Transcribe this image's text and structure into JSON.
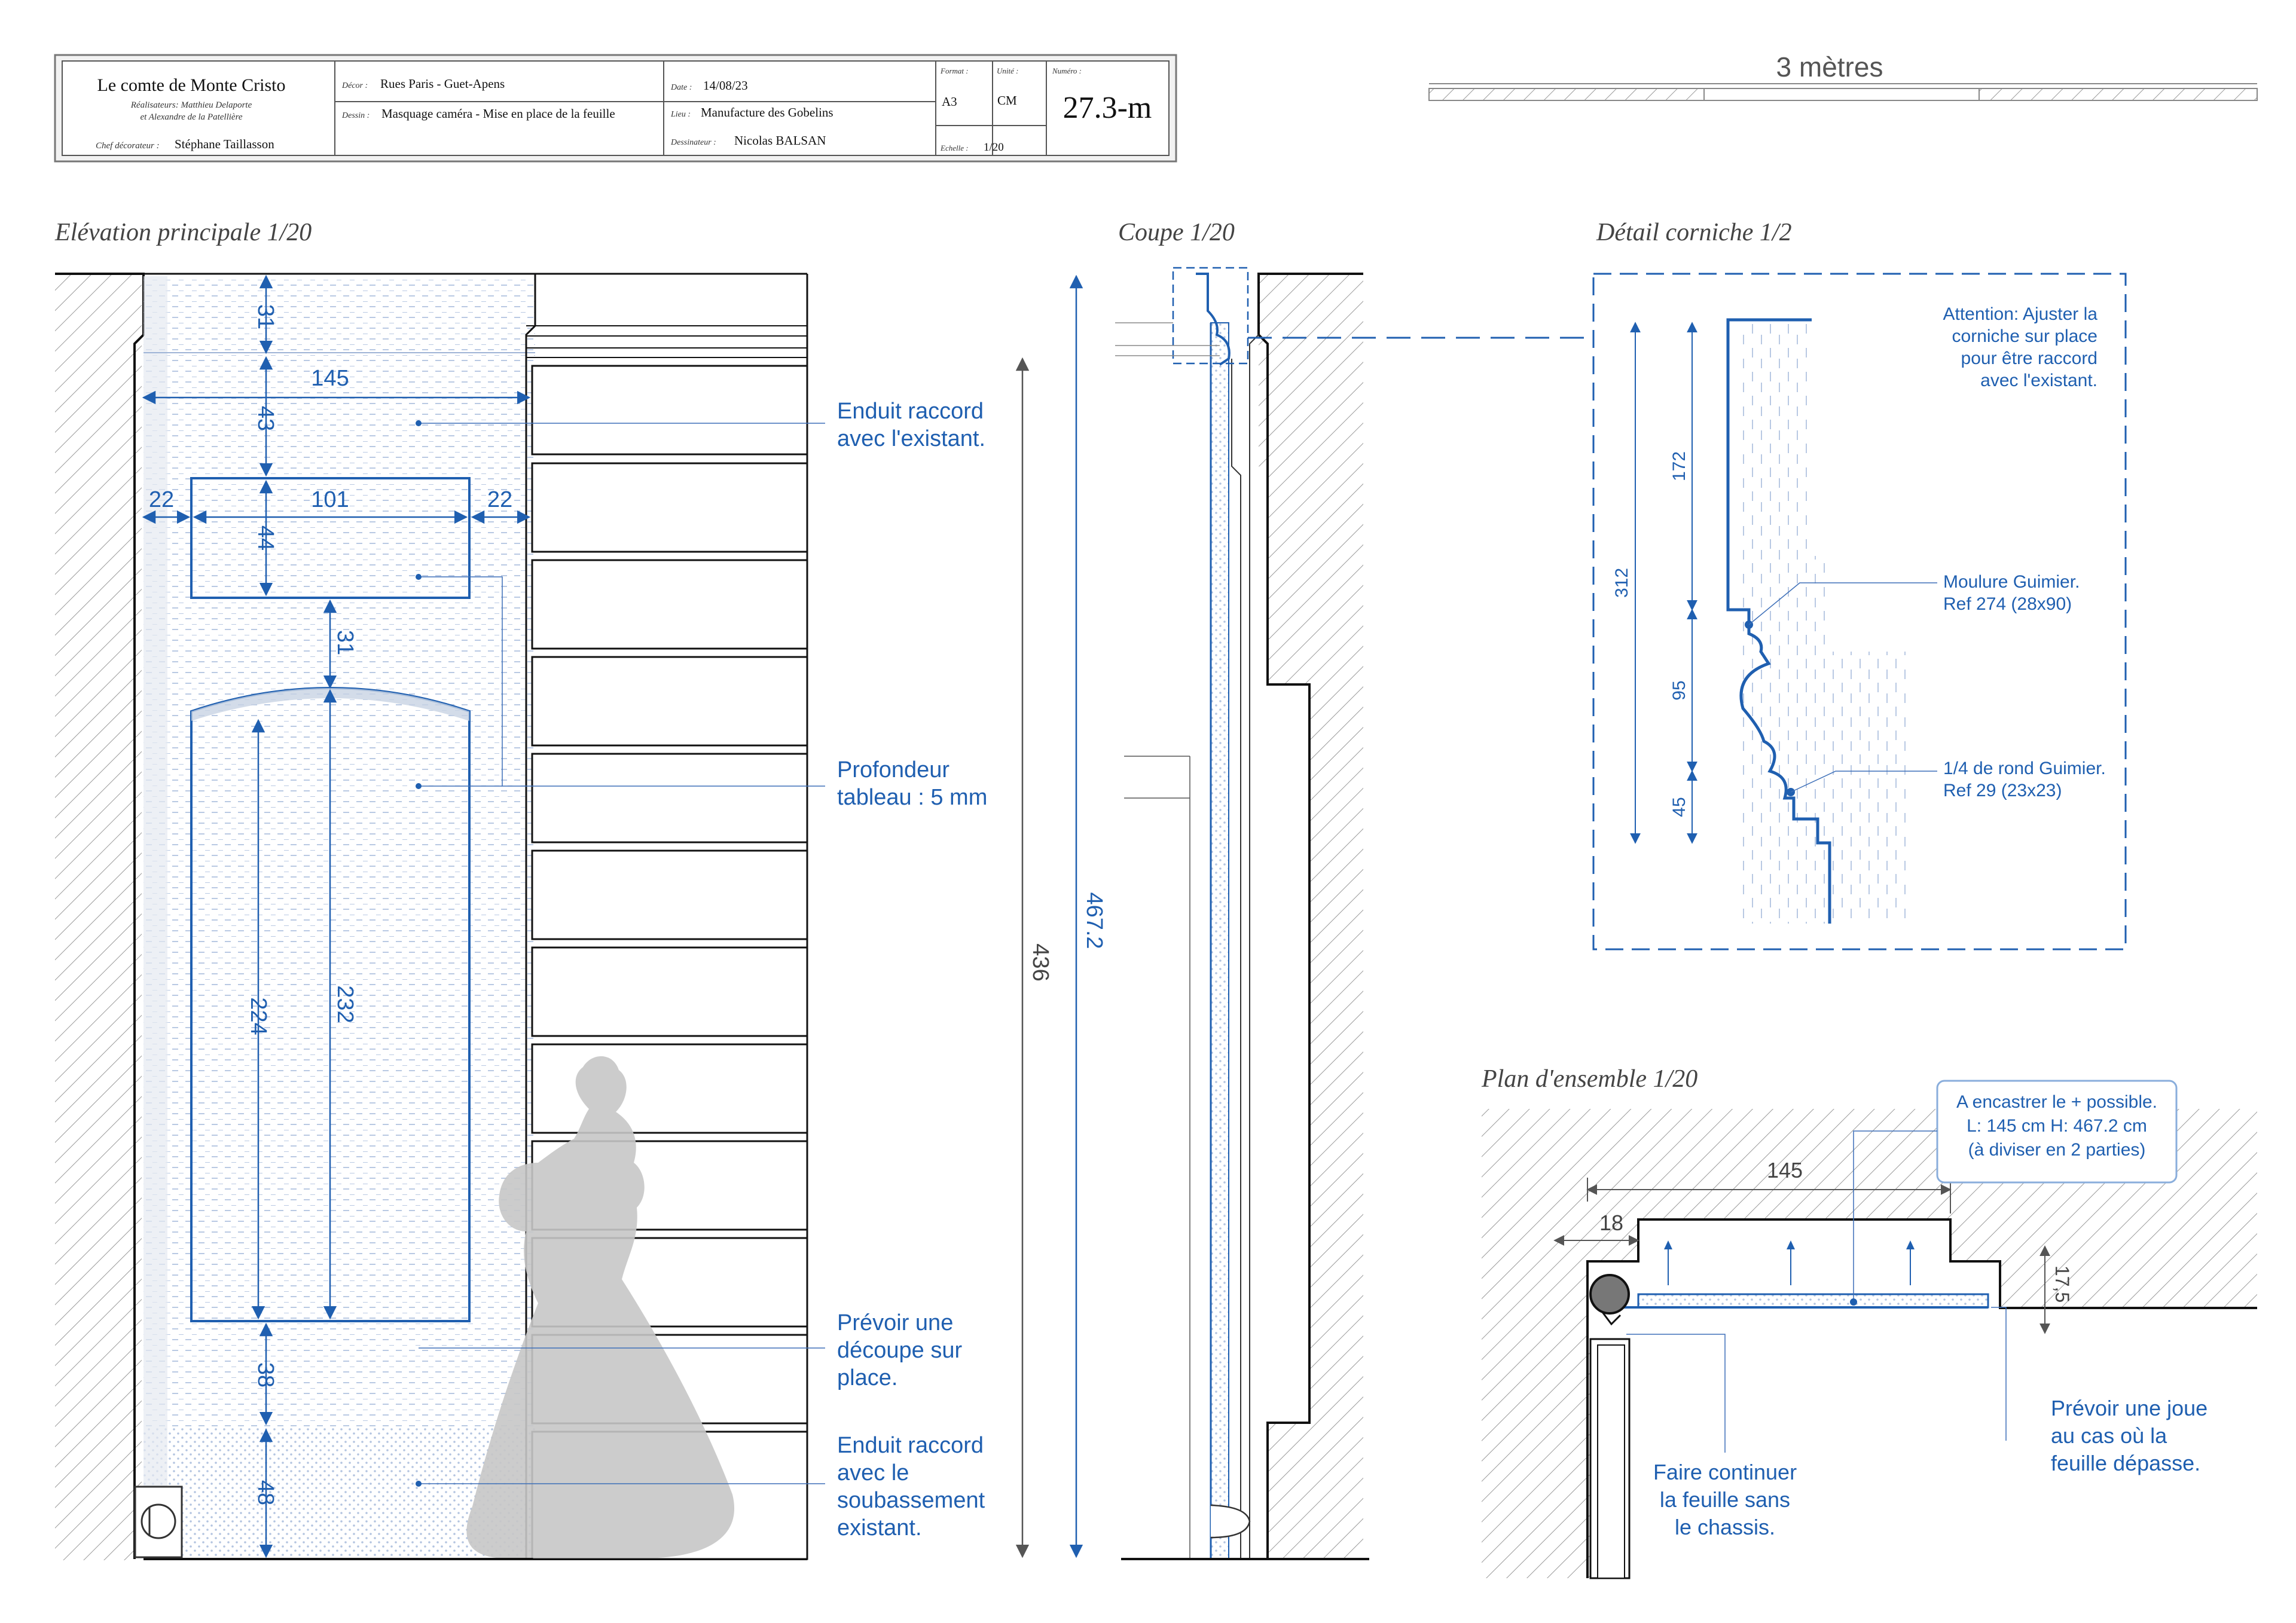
{
  "titleblock": {
    "project": "Le comte de Monte Cristo",
    "directors_line1": "Réalisateurs: Matthieu Delaporte",
    "directors_line2": "et Alexandre de la Patellière",
    "chief_label": "Chef décorateur :",
    "chief": "Stéphane Taillasson",
    "decor_label": "Décor :",
    "decor": "Rues Paris - Guet-Apens",
    "dessin_label": "Dessin :",
    "dessin": "Masquage caméra - Mise en place de la feuille",
    "date_label": "Date :",
    "date": "14/08/23",
    "lieu_label": "Lieu :",
    "lieu": "Manufacture des Gobelins",
    "dessinateur_label": "Dessinateur :",
    "dessinateur": "Nicolas BALSAN",
    "format_label": "Format :",
    "format": "A3",
    "unite_label": "Unité :",
    "unite": "CM",
    "echelle_label": "Echelle :",
    "echelle": "1/20",
    "numero_label": "Numéro :",
    "numero": "27.3-m"
  },
  "scalebar": {
    "label": "3 mètres"
  },
  "elevation": {
    "title": "Elévation principale 1/20",
    "dims": {
      "top_band": "31",
      "width_total": "145",
      "upper_gap": "43",
      "side_left": "22",
      "panel_width": "101",
      "side_right": "22",
      "panel_height": "44",
      "between": "31",
      "arch_inner": "224",
      "arch_total": "232",
      "lower_gap": "38",
      "base": "48",
      "total_inner": "436",
      "total": "467.2"
    },
    "notes": {
      "n1": [
        "Enduit raccord",
        "avec l'existant."
      ],
      "n2": [
        "Profondeur",
        "tableau : 5 mm"
      ],
      "n3": [
        "Prévoir une",
        "découpe sur",
        "place."
      ],
      "n4": [
        "Enduit raccord",
        "avec le",
        "soubassement",
        "existant."
      ]
    }
  },
  "coupe": {
    "title": "Coupe 1/20"
  },
  "detail": {
    "title": "Détail corniche 1/2",
    "note": [
      "Attention: Ajuster la",
      "corniche sur place",
      "pour être raccord",
      "avec l'existant."
    ],
    "moulure": [
      "Moulure Guimier.",
      "Ref 274 (28x90)"
    ],
    "rond": [
      "1/4 de rond Guimier.",
      "Ref 29 (23x23)"
    ],
    "dims": {
      "total": "312",
      "upper": "172",
      "middle": "95",
      "lower": "45"
    }
  },
  "plan": {
    "title": "Plan d'ensemble 1/20",
    "callout": [
      "A encastrer le + possible.",
      "L: 145 cm H: 467.2 cm",
      "(à diviser en 2 parties)"
    ],
    "dims": {
      "width": "145",
      "offset": "18",
      "depth": "17,5"
    },
    "note_left": [
      "Faire continuer",
      "la feuille sans",
      "le chassis."
    ],
    "note_right": [
      "Prévoir une joue",
      "au cas où la",
      "feuille dépasse."
    ]
  },
  "colors": {
    "blue": "#1f5fb0",
    "dark_blue": "#1a4f96",
    "hatch": "#a8a8a8",
    "figure": "#c7c7c7",
    "panel_fill": "#e9eef6"
  }
}
